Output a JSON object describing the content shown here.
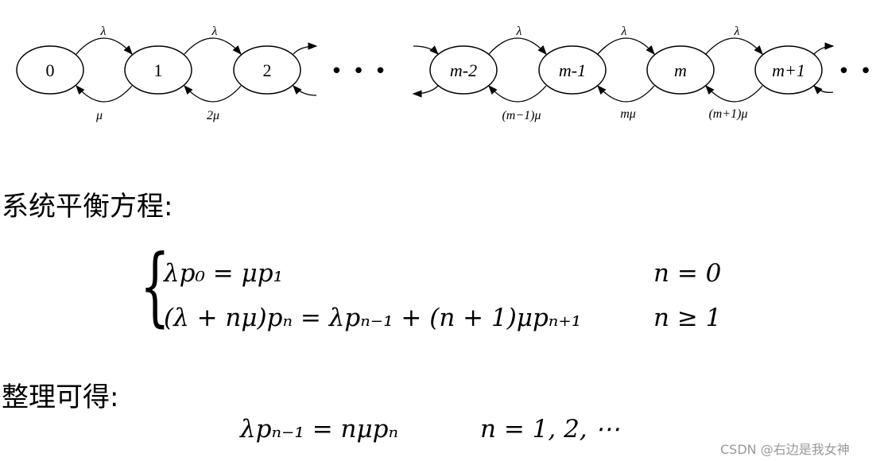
{
  "diagram": {
    "left_chain": {
      "nodes": [
        "0",
        "1",
        "2"
      ],
      "forward_labels": [
        "λ",
        "λ"
      ],
      "backward_labels": [
        "μ",
        "2μ"
      ]
    },
    "right_chain": {
      "nodes": [
        "m-2",
        "m-1",
        "m",
        "m+1"
      ],
      "forward_labels": [
        "λ",
        "λ",
        "λ"
      ],
      "backward_labels": [
        "(m−1)μ",
        "mμ",
        "(m+1)μ"
      ]
    },
    "ellipsis": "• • •"
  },
  "section1": {
    "heading": "系统平衡方程:",
    "eq1": "λp₀ = μp₁",
    "eq1_cond": "n = 0",
    "eq2": "(λ + nμ)pₙ = λpₙ₋₁ + (n + 1)μpₙ₊₁",
    "eq2_cond": "n ≥ 1"
  },
  "section2": {
    "heading": "整理可得:",
    "eq": "λpₙ₋₁ = nμpₙ",
    "cond": "n = 1, 2, ⋯"
  },
  "watermark": "CSDN @右边是我女神"
}
